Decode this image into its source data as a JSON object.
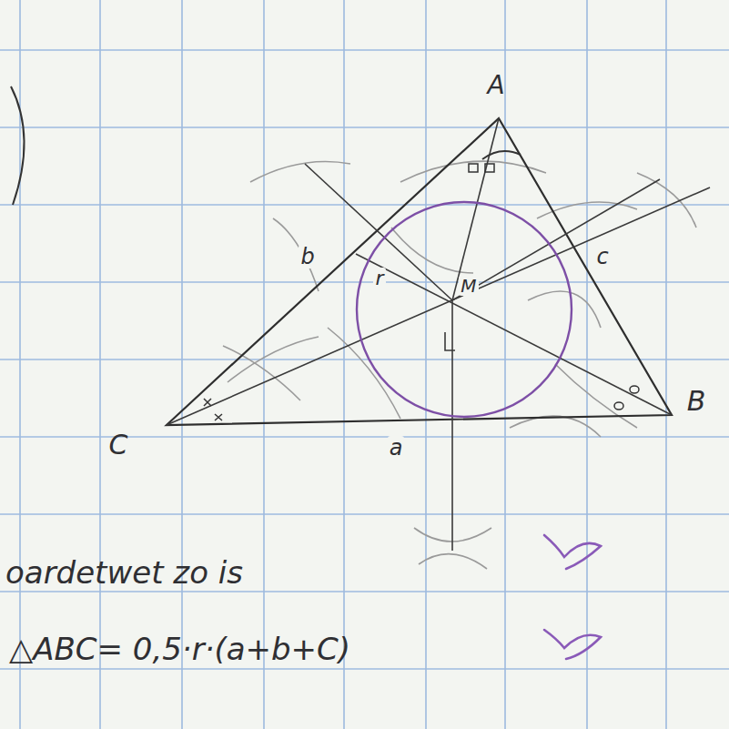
{
  "diagram": {
    "labels": [
      "A",
      "B",
      "C",
      "a",
      "b",
      "c",
      "r",
      "M",
      "oardetwet zo is",
      "△ABC= 0,5·r·(a+b+C)"
    ]
  }
}
